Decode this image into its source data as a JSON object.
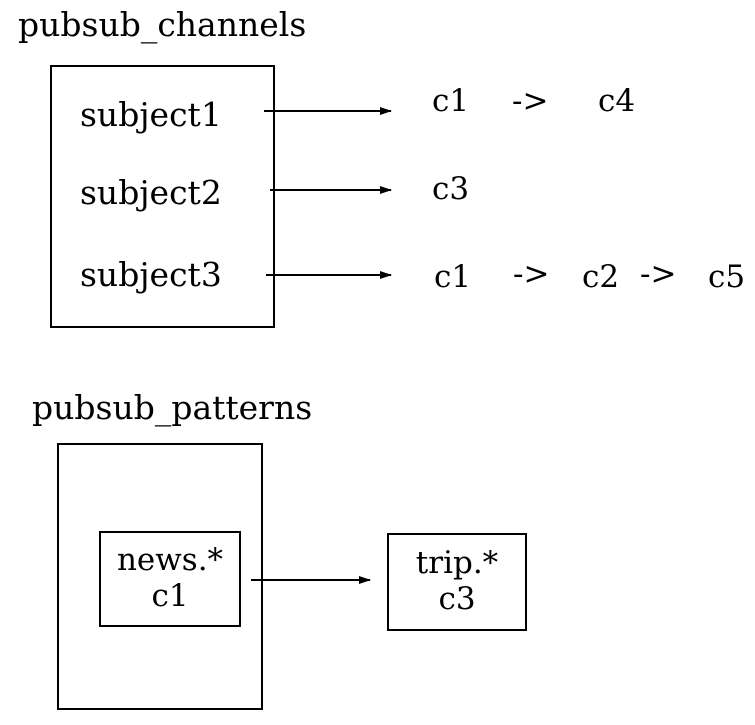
{
  "channels": {
    "title": "pubsub_channels",
    "subjects": [
      {
        "label": "subject1",
        "clients": [
          "c1",
          "c4"
        ]
      },
      {
        "label": "subject2",
        "clients": [
          "c3"
        ]
      },
      {
        "label": "subject3",
        "clients": [
          "c1",
          "c2",
          "c5"
        ]
      }
    ],
    "link_symbol": "->"
  },
  "patterns": {
    "title": "pubsub_patterns",
    "entries": [
      {
        "pattern": "news.*",
        "client": "c1"
      },
      {
        "pattern": "trip.*",
        "client": "c3"
      }
    ]
  }
}
